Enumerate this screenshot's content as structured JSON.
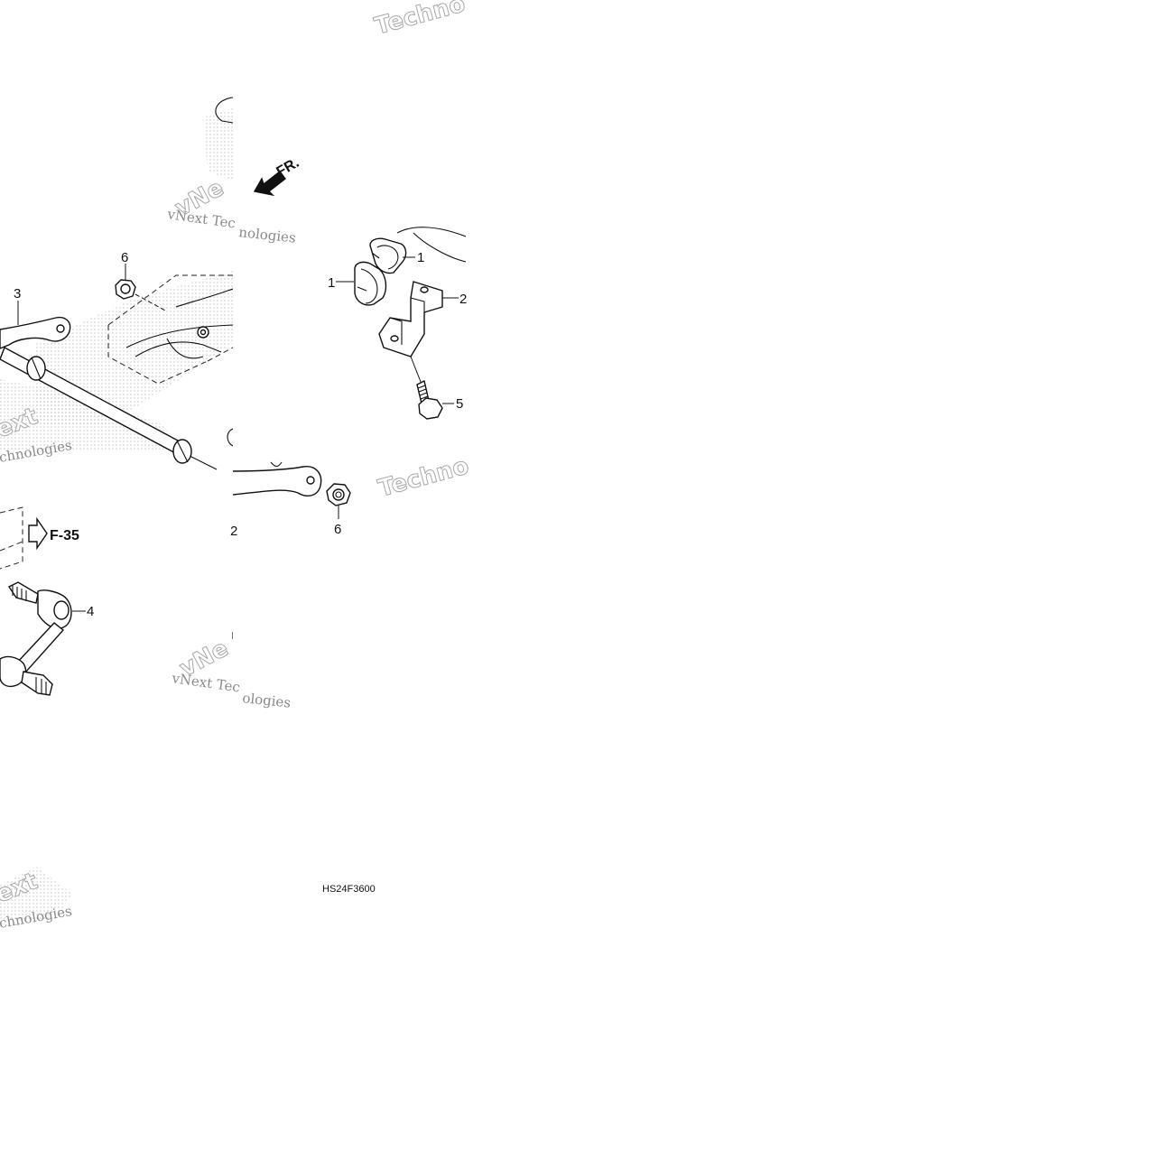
{
  "diagram": {
    "callouts": [
      "1",
      "1",
      "2",
      "2",
      "3",
      "4",
      "5",
      "6",
      "6"
    ],
    "direction_label": "FR.",
    "reference_label": "F-35",
    "drawing_code": "HS24F3600"
  },
  "watermark": {
    "brand": "vNext Technologies",
    "fragments": [
      "Techno",
      "vNe",
      "vNext Tec",
      "nologies",
      "ext",
      "chnologies",
      "Techno",
      "vNe",
      "vNext Tec",
      "ologies",
      "ext",
      "chnologies"
    ]
  }
}
